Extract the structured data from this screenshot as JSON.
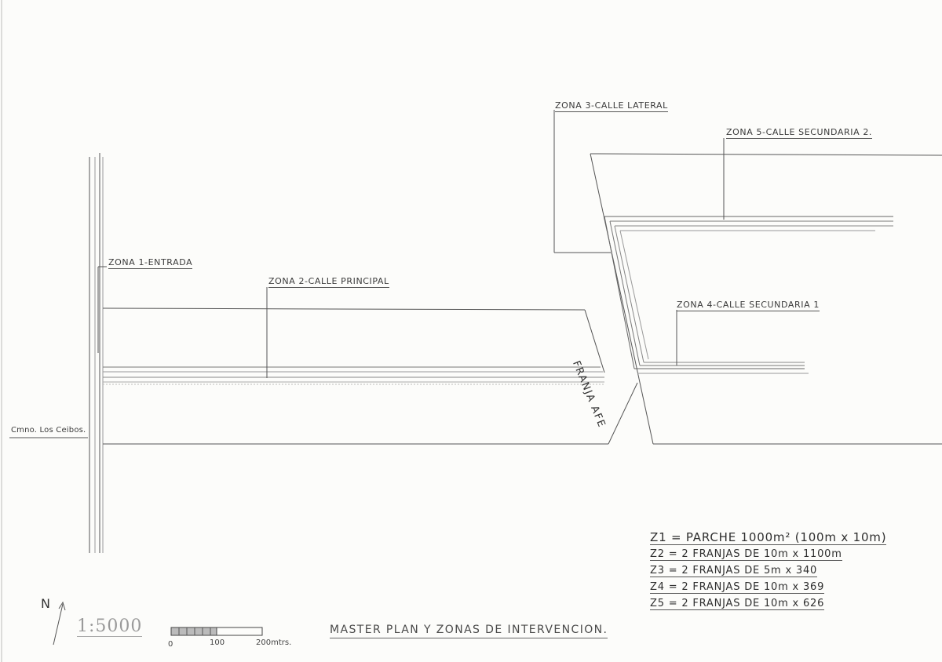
{
  "drawing": {
    "title": "MASTER PLAN Y ZONAS DE INTERVENCION.",
    "scale_ratio": "1:5000",
    "scale_bar": {
      "ticks": [
        "0",
        "100",
        "200mtrs."
      ]
    },
    "north_symbol": "N",
    "road_label": "Cmno. Los Ceibos.",
    "strip_label": "FRANJA AFE"
  },
  "zones": [
    {
      "label": "ZONA 1-ENTRADA"
    },
    {
      "label": "ZONA 2-CALLE PRINCIPAL"
    },
    {
      "label": "ZONA 3-CALLE LATERAL"
    },
    {
      "label": "ZONA 4-CALLE SECUNDARIA 1"
    },
    {
      "label": "ZONA 5-CALLE SECUNDARIA 2."
    }
  ],
  "legend": [
    "Z1 = PARCHE 1000m² (100m x 10m)",
    "Z2 = 2 FRANJAS DE 10m x 1100m",
    "Z3 = 2 FRANJAS DE 5m x 340",
    "Z4 = 2 FRANJAS DE 10m x 369",
    "Z5 = 2 FRANJAS DE 10m x 626"
  ],
  "colors": {
    "ink": "#3a3a3a",
    "paper": "#fcfcfa",
    "faint": "#9a9a9a"
  }
}
